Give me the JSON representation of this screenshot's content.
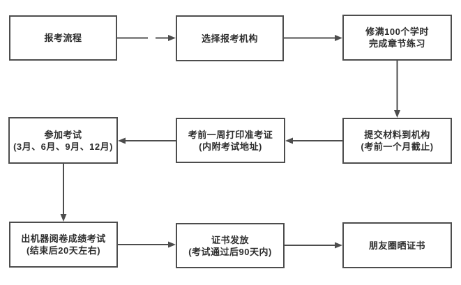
{
  "flowchart": {
    "colors": {
      "line": "#4d4d4d",
      "box_border": "#4d4d4d",
      "box_background": "#ffffff",
      "text": "#2e2e2e",
      "page_background": "#ffffff"
    },
    "nodes": {
      "start": {
        "line1": "报考流程"
      },
      "choose_org": {
        "line1": "选择报考机构"
      },
      "study_hours": {
        "line1": "修满100个学时",
        "line2": "完成章节练习"
      },
      "submit_materials": {
        "line1": "提交材料到机构",
        "line2": "(考前一个月截止)"
      },
      "print_admission": {
        "line1": "考前一周打印准考证",
        "line2": "(内附考试地址)"
      },
      "take_exam": {
        "line1": "参加考试",
        "line2": "(3月、6月、9月、12月)"
      },
      "machine_score": {
        "line1": "出机器阅卷成绩考试",
        "line2": "(结束后20天左右)"
      },
      "certificate_issue": {
        "line1": "证书发放",
        "line2": "(考试通过后90天内)"
      },
      "share_moments": {
        "line1": "朋友圈晒证书"
      }
    },
    "edges": [
      {
        "from": "start",
        "to": "choose_org",
        "direction": "right",
        "style": "broken"
      },
      {
        "from": "choose_org",
        "to": "study_hours",
        "direction": "right",
        "style": "solid"
      },
      {
        "from": "study_hours",
        "to": "submit_materials",
        "direction": "down",
        "style": "solid"
      },
      {
        "from": "submit_materials",
        "to": "print_admission",
        "direction": "left",
        "style": "solid"
      },
      {
        "from": "print_admission",
        "to": "take_exam",
        "direction": "left",
        "style": "solid"
      },
      {
        "from": "take_exam",
        "to": "machine_score",
        "direction": "down",
        "style": "solid"
      },
      {
        "from": "machine_score",
        "to": "certificate_issue",
        "direction": "right",
        "style": "solid"
      },
      {
        "from": "certificate_issue",
        "to": "share_moments",
        "direction": "right",
        "style": "solid"
      }
    ]
  }
}
